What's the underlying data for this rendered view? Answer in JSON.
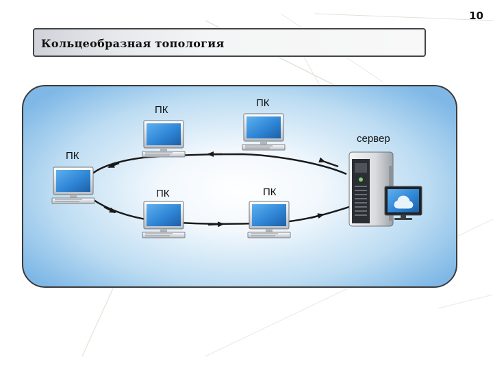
{
  "page_number": "10",
  "title": "Кольцеобразная топология",
  "diagram": {
    "nodes": {
      "pc_top_left": "ПК",
      "pc_top_right": "ПК",
      "pc_left": "ПК",
      "pc_bottom_left": "ПК",
      "pc_bottom_right": "ПК",
      "server": "сервер"
    }
  },
  "colors": {
    "screen": "#2f86d6",
    "arrow": "#1a1a1a",
    "frame_border": "#3a3a3a"
  }
}
